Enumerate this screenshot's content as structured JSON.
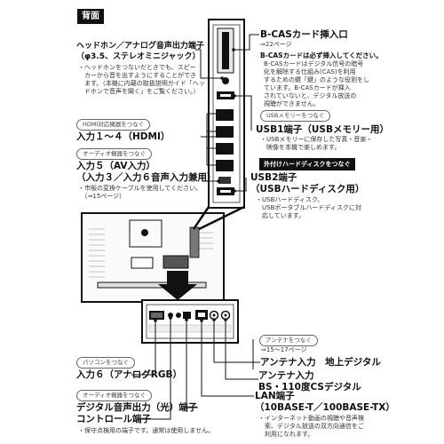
{
  "section_title": "背面",
  "headphone": {
    "title": [
      "ヘッドホン／アナログ音声出力端子",
      "（φ3.5、ステレオミニジャック）"
    ],
    "notes": [
      "・ヘッドホンをつないだときでも、スピー",
      "　カーから音を出すようにすることができ",
      "　ます。（本機に内蔵の取扱説明ガイド「ヘッ",
      "　ドホンで音声を聞く」をご覧ください。）"
    ]
  },
  "hdmi": {
    "tag": "HDMI対応機器をつなぐ",
    "title": "入力１～４（HDMI）"
  },
  "av": {
    "tag": "オーディオ機器をつなぐ",
    "title": [
      "入力５（AV入力）",
      "（入力３／入力６音声入力兼用）"
    ],
    "notes": [
      "・市販の変換ケーブルを使用してください。",
      "　（⇒15ページ）"
    ]
  },
  "bcas": {
    "title": "B-CASカード挿入口",
    "ref": "⇒22ページ",
    "subtitle": "B-CASカードは必ず挿入してください。",
    "notes": [
      "B-CASカードはデジタル信号の暗号",
      "化を解除する仕組み(CAS)を利用",
      "するための鍵「鍵」のような役割をし",
      "ています。B-CASカードが挿入",
      "されていないと、デジタル放送の",
      "視聴ができません。"
    ]
  },
  "usb1": {
    "tag": "USBメモリーをつなぐ",
    "title": "USB1端子（USBメモリー用）",
    "notes": [
      "・USBメモリーに保存した写真・音楽・",
      "　映像を本機で楽しめます。"
    ]
  },
  "usb2": {
    "tag": "外付けハードディスクをつなぐ",
    "title": [
      "USB2端子",
      "（USBハードディスク用）"
    ],
    "notes": [
      "・USBハードディスク、",
      "　USBポータブルハードディスクに対",
      "　応しています。"
    ]
  },
  "antenna": {
    "tag": "アンテナをつなぐ",
    "ref": "⇒15～17ページ"
  },
  "antenna_ground": "アンテナ入力　地上デジタル",
  "antenna_bs": [
    "アンテナ入力",
    "BS・110度CSデジタル"
  ],
  "lan": {
    "title": [
      "LAN端子",
      "（10BASE-T／100BASE-TX）"
    ],
    "notes": [
      "・インターネット動画の視聴や音声検",
      "　索、デジタル放送の双方向通信をご",
      "　利用になれます。"
    ]
  },
  "pc": {
    "tag": "パソコンをつなぐ",
    "title": "入力６（アナログRGB）"
  },
  "optical": {
    "tag": "オーディオ機器をつなぐ",
    "title": "デジタル音声出力（光）端子"
  },
  "control": {
    "title": "コントロール端子",
    "notes": [
      "・保守点検用の端子です。通常は使用しません。"
    ]
  }
}
